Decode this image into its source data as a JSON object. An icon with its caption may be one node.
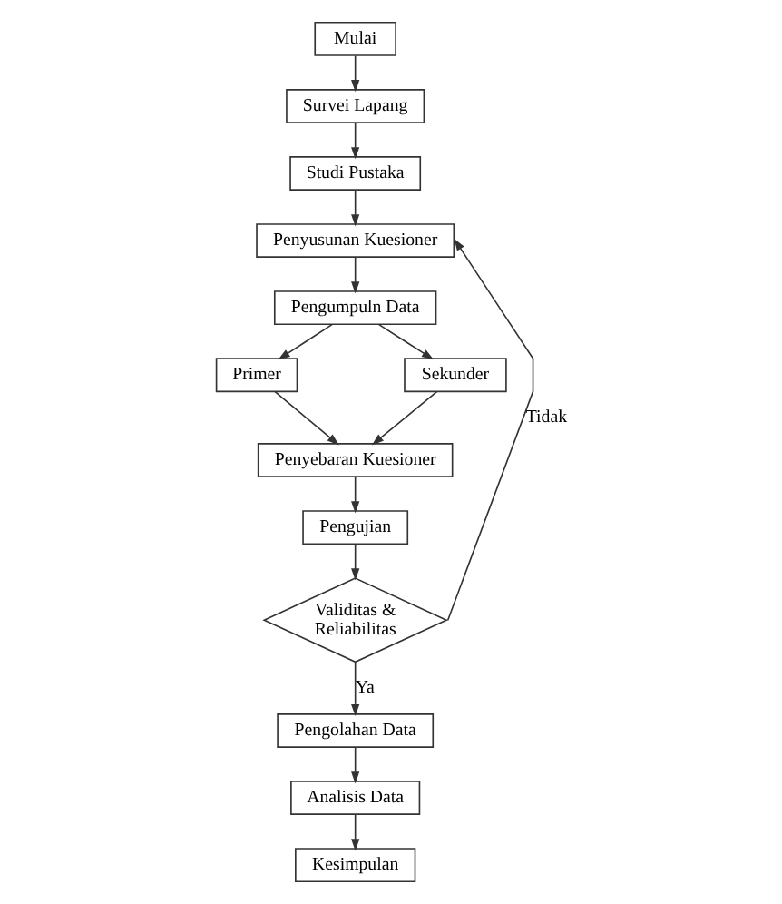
{
  "diagram": {
    "nodes": [
      {
        "text": [
          "Mulai"
        ]
      },
      {
        "text": [
          "Survei Lapang"
        ]
      },
      {
        "text": [
          "Studi Pustaka"
        ]
      },
      {
        "text": [
          "Penyusunan Kuesioner"
        ]
      },
      {
        "text": [
          "Pengumpuln Data"
        ]
      },
      {
        "text": [
          "Primer"
        ]
      },
      {
        "text": [
          "Sekunder"
        ]
      },
      {
        "text": [
          "Penyebaran Kuesioner"
        ]
      },
      {
        "text": [
          "Pengujian"
        ]
      },
      {
        "text": [
          "Validitas & Reliabilitas"
        ]
      },
      {
        "text": [
          "Pengolahan Data"
        ]
      },
      {
        "text": [
          "Analisis Data"
        ]
      },
      {
        "text": [
          "Kesimpulan"
        ]
      }
    ],
    "edges": [
      {
        "from": 0,
        "to": 1,
        "arrow": "to"
      },
      {
        "from": 1,
        "to": 2,
        "arrow": "to"
      },
      {
        "from": 2,
        "to": 3,
        "arrow": "to"
      },
      {
        "from": 3,
        "to": 4,
        "arrow": "to"
      },
      {
        "from": 4,
        "to": 5,
        "arrow": "to"
      },
      {
        "from": 4,
        "to": 6,
        "arrow": "to"
      },
      {
        "from": 5,
        "to": 7,
        "arrow": "to"
      },
      {
        "from": 6,
        "to": 7,
        "arrow": "to"
      },
      {
        "from": 7,
        "to": 8,
        "arrow": "to"
      },
      {
        "from": 8,
        "to": 9,
        "arrow": "to"
      },
      {
        "from": 9,
        "to": 3,
        "arrow": "to",
        "label": "Tidak"
      },
      {
        "from": 9,
        "to": 10,
        "arrow": "to",
        "label": "Ya"
      },
      {
        "from": 10,
        "to": 11,
        "arrow": "to"
      },
      {
        "from": 11,
        "to": 12,
        "arrow": "to"
      }
    ]
  }
}
